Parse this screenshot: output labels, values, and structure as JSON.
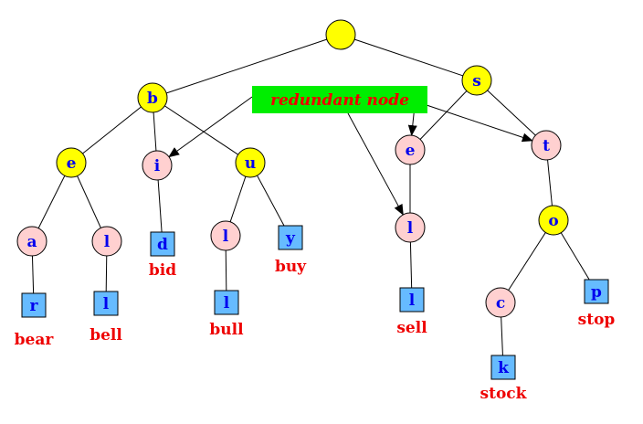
{
  "colors": {
    "yellow_node": "#ffff00",
    "pink_node": "#ffd0d0",
    "leaf_box": "#66bbff",
    "callout_bg": "#00ee00",
    "label_text": "#0000ee",
    "word_text": "#ee0000"
  },
  "callout": {
    "text": "redundant node"
  },
  "nodes": [
    {
      "id": "root",
      "label": "",
      "kind": "yellow"
    },
    {
      "id": "b",
      "label": "b",
      "kind": "yellow"
    },
    {
      "id": "s",
      "label": "s",
      "kind": "yellow"
    },
    {
      "id": "e1",
      "label": "e",
      "kind": "yellow"
    },
    {
      "id": "i",
      "label": "i",
      "kind": "pink"
    },
    {
      "id": "u",
      "label": "u",
      "kind": "yellow"
    },
    {
      "id": "e2",
      "label": "e",
      "kind": "pink"
    },
    {
      "id": "t",
      "label": "t",
      "kind": "pink"
    },
    {
      "id": "a",
      "label": "a",
      "kind": "pink"
    },
    {
      "id": "l1",
      "label": "l",
      "kind": "pink"
    },
    {
      "id": "d",
      "label": "d",
      "kind": "leaf",
      "word": "bid"
    },
    {
      "id": "l2",
      "label": "l",
      "kind": "pink"
    },
    {
      "id": "y",
      "label": "y",
      "kind": "leaf",
      "word": "buy"
    },
    {
      "id": "l3",
      "label": "l",
      "kind": "pink"
    },
    {
      "id": "o",
      "label": "o",
      "kind": "yellow"
    },
    {
      "id": "r",
      "label": "r",
      "kind": "leaf",
      "word": "bear"
    },
    {
      "id": "l4",
      "label": "l",
      "kind": "leaf",
      "word": "bell"
    },
    {
      "id": "l5",
      "label": "l",
      "kind": "leaf",
      "word": "bull"
    },
    {
      "id": "l6",
      "label": "l",
      "kind": "leaf",
      "word": "sell"
    },
    {
      "id": "c",
      "label": "c",
      "kind": "pink"
    },
    {
      "id": "p",
      "label": "p",
      "kind": "leaf",
      "word": "stop"
    },
    {
      "id": "k",
      "label": "k",
      "kind": "leaf",
      "word": "stock"
    }
  ],
  "edges": [
    [
      "root",
      "b"
    ],
    [
      "root",
      "s"
    ],
    [
      "b",
      "e1"
    ],
    [
      "b",
      "i"
    ],
    [
      "b",
      "u"
    ],
    [
      "s",
      "e2"
    ],
    [
      "s",
      "t"
    ],
    [
      "e1",
      "a"
    ],
    [
      "e1",
      "l1"
    ],
    [
      "i",
      "d"
    ],
    [
      "u",
      "l2"
    ],
    [
      "u",
      "y"
    ],
    [
      "e2",
      "l3"
    ],
    [
      "t",
      "o"
    ],
    [
      "a",
      "r"
    ],
    [
      "l1",
      "l4"
    ],
    [
      "l2",
      "l5"
    ],
    [
      "l3",
      "l6"
    ],
    [
      "o",
      "c"
    ],
    [
      "o",
      "p"
    ],
    [
      "c",
      "k"
    ]
  ],
  "arrows": [
    "i",
    "e2",
    "l3",
    "t"
  ]
}
